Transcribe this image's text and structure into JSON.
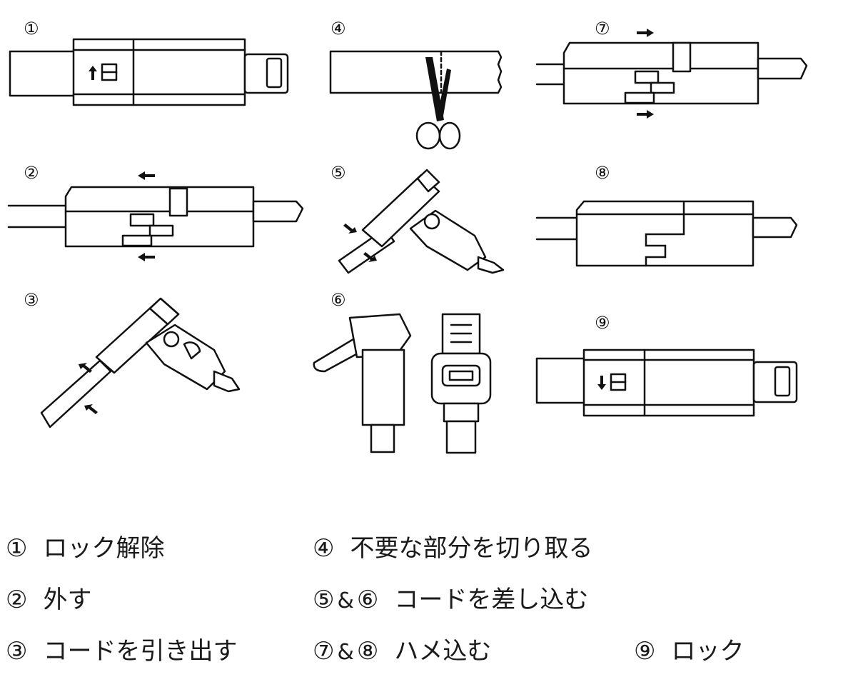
{
  "steps": [
    {
      "mark": "①",
      "label": "ロック解除"
    },
    {
      "mark": "②",
      "label": "外す"
    },
    {
      "mark": "③",
      "label": "コードを引き出す"
    },
    {
      "mark": "④",
      "label": "不要な部分を切り取る"
    },
    {
      "mark": "⑤",
      "label": "コードを差し込む"
    },
    {
      "mark": "⑥",
      "label": ""
    },
    {
      "mark": "⑦",
      "label": "ハメ込む"
    },
    {
      "mark": "⑧",
      "label": ""
    },
    {
      "mark": "⑨",
      "label": "ロック"
    }
  ],
  "legend_amp": "&"
}
